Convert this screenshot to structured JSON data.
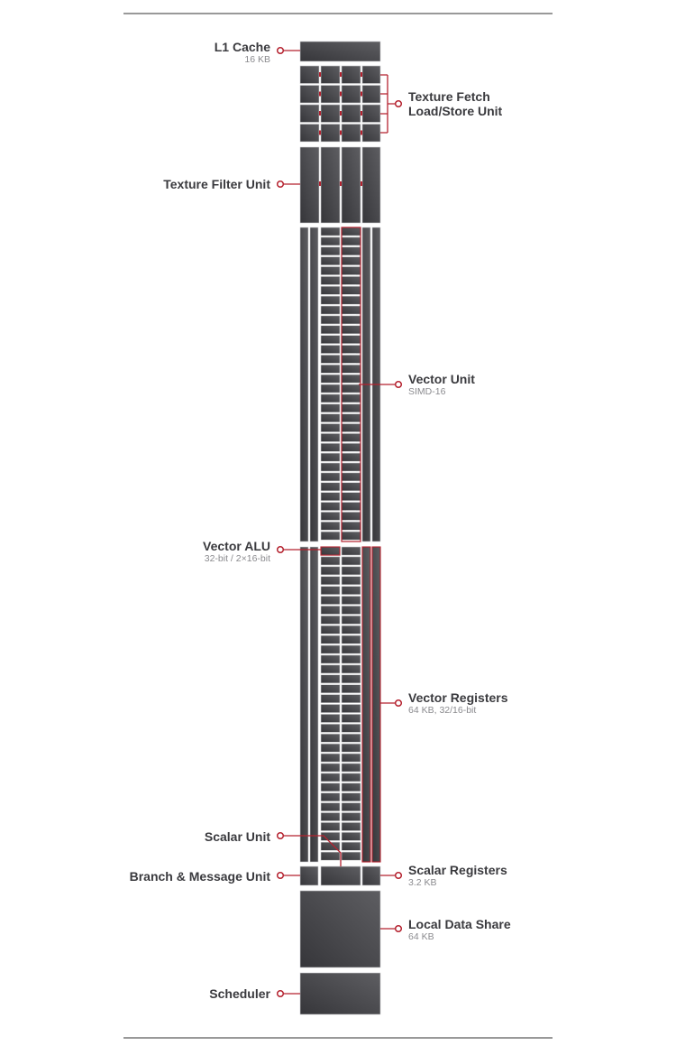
{
  "colors": {
    "accent": "#b5222f",
    "block_dark": "#3c3c40",
    "block_light": "#5c5c60",
    "text": "#3a3a3e",
    "subtext": "#8a8a8e"
  },
  "labels": {
    "l1_cache": {
      "title": "L1 Cache",
      "sub": "16 KB"
    },
    "texture_fetch": {
      "title": "Texture Fetch",
      "title2": "Load/Store Unit"
    },
    "texture_filter": {
      "title": "Texture Filter Unit"
    },
    "vector_unit": {
      "title": "Vector Unit",
      "sub": "SIMD-16"
    },
    "vector_alu": {
      "title": "Vector ALU",
      "sub": "32-bit / 2×16-bit"
    },
    "vector_registers": {
      "title": "Vector Registers",
      "sub": "64 KB, 32/16-bit"
    },
    "scalar_unit": {
      "title": "Scalar Unit"
    },
    "branch_message": {
      "title": "Branch & Message Unit"
    },
    "scalar_registers": {
      "title": "Scalar Registers",
      "sub": "3.2 KB"
    },
    "local_data_share": {
      "title": "Local Data Share",
      "sub": "64 KB"
    },
    "scheduler": {
      "title": "Scheduler"
    }
  }
}
